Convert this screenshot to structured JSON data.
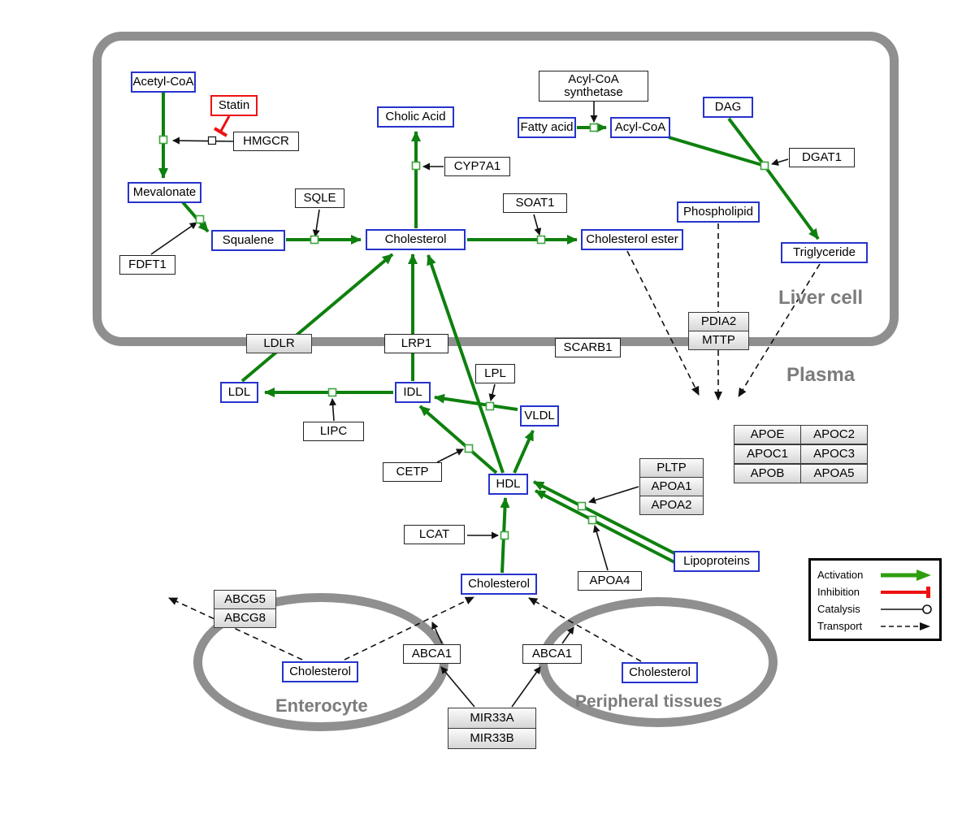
{
  "compartments": {
    "liver": "Liver cell",
    "plasma": "Plasma",
    "enterocyte": "Enterocyte",
    "peripheral": "Peripheral tissues"
  },
  "nodes": {
    "acetyl_coa": "Acetyl-CoA",
    "statin": "Statin",
    "hmgcr": "HMGCR",
    "mevalonate": "Mevalonate",
    "fdft1": "FDFT1",
    "squalene": "Squalene",
    "sqle": "SQLE",
    "cholesterol_liver": "Cholesterol",
    "cholic_acid": "Cholic Acid",
    "cyp7a1": "CYP7A1",
    "soat1": "SOAT1",
    "cholesterol_ester": "Cholesterol ester",
    "fatty_acid": "Fatty acid",
    "acyl_coa": "Acyl-CoA",
    "acs_line1": "Acyl-CoA",
    "acs_line2": "synthetase",
    "dag": "DAG",
    "dgat1": "DGAT1",
    "phospholipid": "Phospholipid",
    "triglyceride": "Triglyceride",
    "pdia2": "PDIA2",
    "mttp": "MTTP",
    "ldlr": "LDLR",
    "lrp1": "LRP1",
    "scarb1": "SCARB1",
    "ldl": "LDL",
    "idl": "IDL",
    "vldl": "VLDL",
    "hdl": "HDL",
    "lpl": "LPL",
    "lipc": "LIPC",
    "cetp": "CETP",
    "lcat": "LCAT",
    "pltp": "PLTP",
    "apoa1": "APOA1",
    "apoa2": "APOA2",
    "apoa4": "APOA4",
    "lipoproteins": "Lipoproteins",
    "cholesterol_plasma": "Cholesterol",
    "apoe": "APOE",
    "apoc2": "APOC2",
    "apoc1": "APOC1",
    "apoc3": "APOC3",
    "apob": "APOB",
    "apoa5": "APOA5",
    "cholesterol_enterocyte": "Cholesterol",
    "cholesterol_peripheral": "Cholesterol",
    "abcg5": "ABCG5",
    "abcg8": "ABCG8",
    "abca1_enterocyte": "ABCA1",
    "abca1_peripheral": "ABCA1",
    "mir33a": "MIR33A",
    "mir33b": "MIR33B"
  },
  "legend": {
    "activation": "Activation",
    "inhibition": "Inhibition",
    "catalysis": "Catalysis",
    "transport": "Transport"
  },
  "colors": {
    "activation_green": "#0e800e",
    "inhibition_red": "#ee1111",
    "metabolite_border_blue": "#2633cc",
    "compartment_gray": "#8f8f8f"
  }
}
